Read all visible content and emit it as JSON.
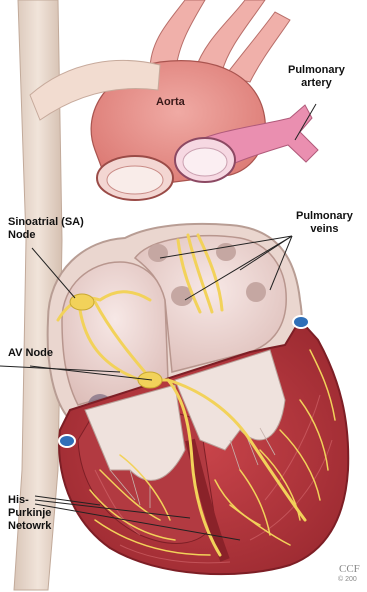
{
  "labels": {
    "aorta": "Aorta",
    "pulmonary_artery": [
      "Pulmonary",
      "artery"
    ],
    "sa_node": [
      "Sinoatrial (SA)",
      "Node"
    ],
    "pulmonary_veins": [
      "Pulmonary",
      "veins"
    ],
    "av_node": "AV Node",
    "his_purkinje": [
      "His-",
      "Purkinje",
      "Netowrk"
    ]
  },
  "watermark": {
    "text": "CCF",
    "copyright": "© 200"
  },
  "colors": {
    "conduction": "#f2d25a",
    "myocardium": "#b8343c",
    "vessel": "#e9a8a4",
    "svc": "#ead9cc"
  }
}
